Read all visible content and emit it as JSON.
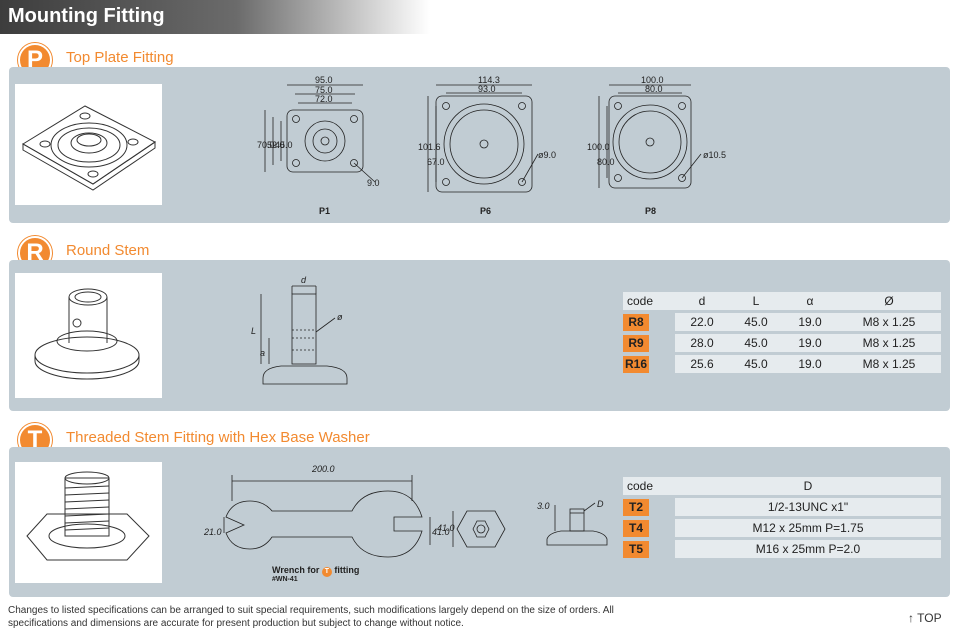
{
  "header": {
    "title": "Mounting Fitting"
  },
  "sections": {
    "p": {
      "badge": "P",
      "title": "Top Plate Fitting",
      "drawings": {
        "p1": {
          "label": "P1",
          "dims": [
            "95.0",
            "75.0",
            "72.0",
            "70.0",
            "52.0",
            "45.0",
            "9.0"
          ]
        },
        "p6": {
          "label": "P6",
          "dims": [
            "114.3",
            "93.0",
            "101.6",
            "67.0",
            "ø9.0"
          ]
        },
        "p8": {
          "label": "P8",
          "dims": [
            "100.0",
            "80.0",
            "100.0",
            "80.0",
            "ø10.5"
          ]
        }
      }
    },
    "r": {
      "badge": "R",
      "title": "Round Stem",
      "drawing": {
        "labels": [
          "d",
          "ø",
          "L",
          "a"
        ]
      },
      "table": {
        "headers": [
          "code",
          "d",
          "L",
          "α",
          "Ø"
        ],
        "rows": [
          {
            "code": "R8",
            "d": "22.0",
            "L": "45.0",
            "a": "19.0",
            "o": "M8 x 1.25"
          },
          {
            "code": "R9",
            "d": "28.0",
            "L": "45.0",
            "a": "19.0",
            "o": "M8 x 1.25"
          },
          {
            "code": "R16",
            "d": "25.6",
            "L": "45.0",
            "a": "19.0",
            "o": "M8 x 1.25"
          }
        ]
      }
    },
    "t": {
      "badge": "T",
      "title": "Threaded Stem Fitting with Hex Base Washer",
      "wrench": {
        "dims": [
          "200.0",
          "21.0",
          "41.0"
        ],
        "caption_pre": "Wrench for",
        "caption_badge": "T",
        "caption_post": "fitting",
        "model": "#WN-41"
      },
      "hex": {
        "dims": [
          "41.0",
          "3.0",
          "D"
        ]
      },
      "table": {
        "headers": [
          "code",
          "D"
        ],
        "rows": [
          {
            "code": "T2",
            "d": "1/2-13UNC x1\""
          },
          {
            "code": "T4",
            "d": "M12 x 25mm P=1.75"
          },
          {
            "code": "T5",
            "d": "M16 x 25mm P=2.0"
          }
        ]
      }
    }
  },
  "footer": {
    "note": "Changes to listed specifications can be arranged to suit special requirements, such modifications largely depend on the size of orders. All specifications and dimensions are accurate for present production but subject to change without notice.",
    "top_link": "↑ TOP"
  },
  "colors": {
    "accent": "#f28a30",
    "panel": "#c1ccd3",
    "row": "#e6ebee",
    "header_dark": "#3d3d3d"
  }
}
